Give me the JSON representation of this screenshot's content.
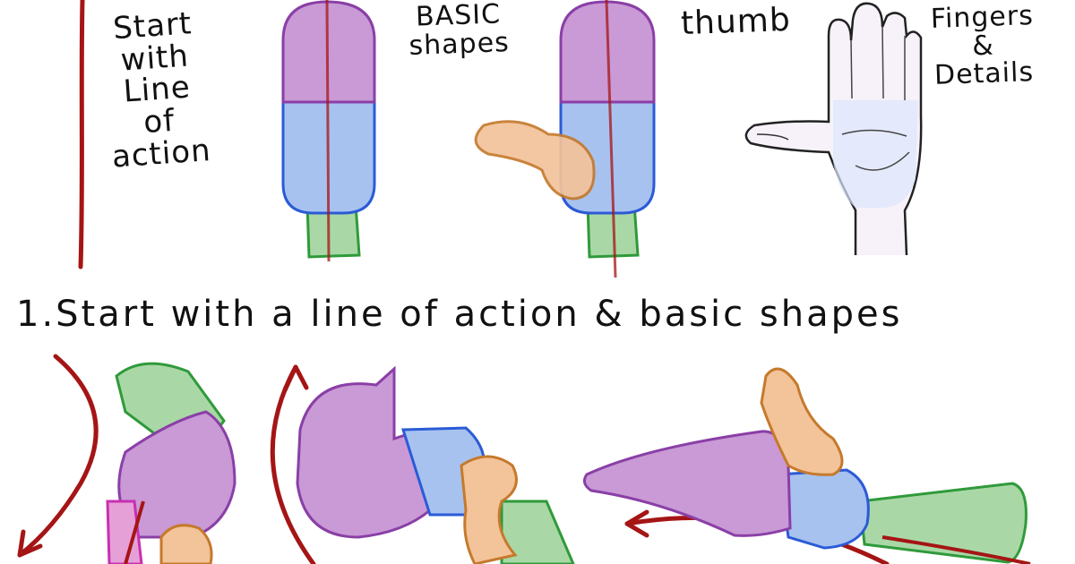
{
  "labels": {
    "start_with_line_of_action": [
      "Start",
      "with",
      "Line",
      "of",
      "action"
    ],
    "basic_shapes": [
      "BASIC",
      "shapes"
    ],
    "thumb": "thumb",
    "fingers_details": [
      "Fingers",
      "&",
      "Details"
    ],
    "heading": "1.Start with a line of action & basic shapes"
  },
  "colors": {
    "line_of_action": "#a51515",
    "palm_top_fill": "#c99ad6",
    "palm_top_stroke": "#8a3fa6",
    "palm_bottom_fill": "#a8c2f0",
    "palm_bottom_stroke": "#2b5bd6",
    "wrist_fill": "#a9d8a6",
    "wrist_stroke": "#2f9a3a",
    "thumb_fill": "#f3c39a",
    "thumb_stroke": "#c57a2c",
    "finger_pink": "#e6a0d8"
  }
}
